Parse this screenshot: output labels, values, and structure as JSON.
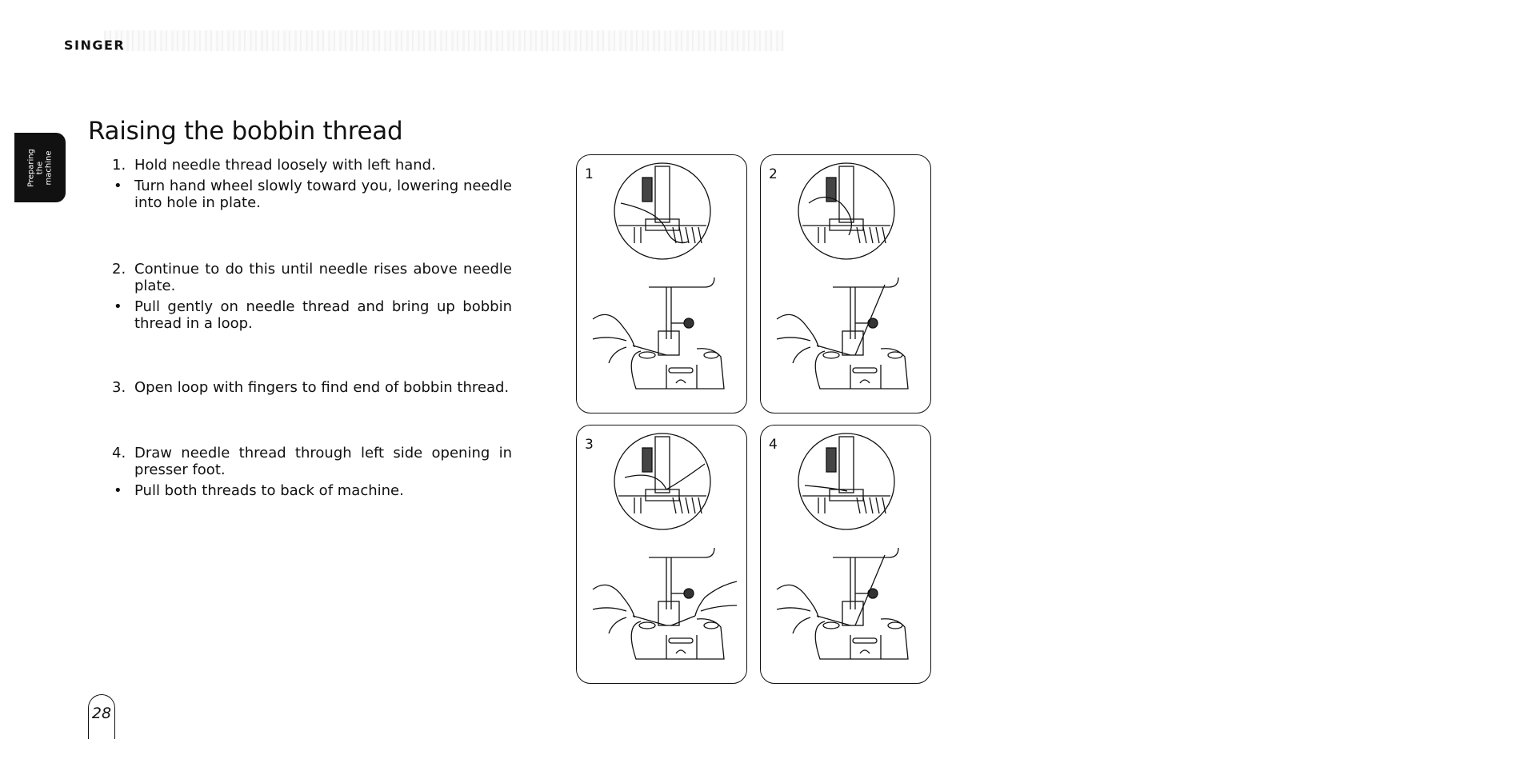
{
  "header": {
    "brand": "SINGER"
  },
  "side_tab": {
    "line1": "Preparing",
    "line2": "the",
    "line3": "machine"
  },
  "title": "Raising the bobbin thread",
  "steps": [
    {
      "num": "1.",
      "text": "Hold needle thread loosely with left hand.",
      "bullets": [
        "Turn hand wheel slowly toward you, lowering needle into hole in plate."
      ]
    },
    {
      "num": "2.",
      "text": "Continue to do this until needle rises above needle plate.",
      "bullets": [
        "Pull gently on needle thread and bring up bobbin thread in a loop."
      ]
    },
    {
      "num": "3.",
      "text": "Open loop with fingers to find end of bobbin thread.",
      "bullets": []
    },
    {
      "num": "4.",
      "text": "Draw needle thread through left side opening in presser foot.",
      "bullets": [
        "Pull both threads to back of machine."
      ]
    }
  ],
  "bullet_symbol": "•",
  "figures": [
    {
      "label": "1"
    },
    {
      "label": "2"
    },
    {
      "label": "3"
    },
    {
      "label": "4"
    }
  ],
  "page_number": "28"
}
